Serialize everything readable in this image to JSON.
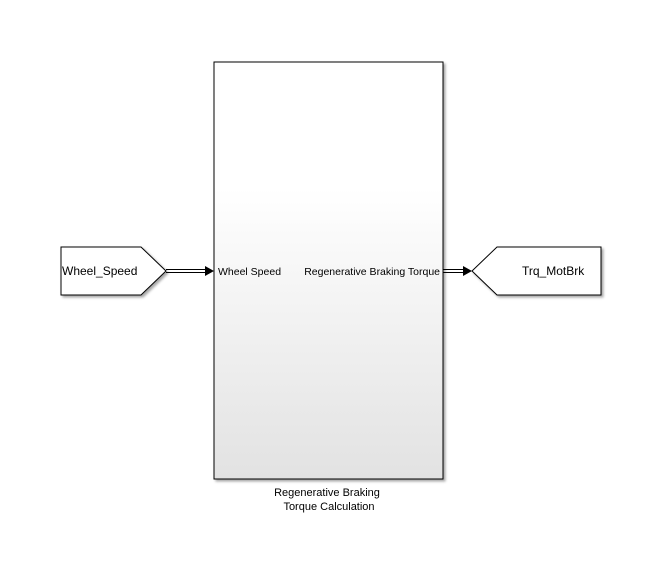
{
  "diagram": {
    "from_block": {
      "label": "Wheel_Speed"
    },
    "subsystem": {
      "input_port": "Wheel Speed",
      "output_port": "Regenerative Braking Torque",
      "caption_line1": "Regenerative Braking",
      "caption_line2": "Torque Calculation"
    },
    "goto_block": {
      "label": "Trq_MotBrk"
    }
  },
  "colors": {
    "line": "#000000",
    "block_fill_top": "#ffffff",
    "block_fill_bottom": "#e4e4e4"
  }
}
